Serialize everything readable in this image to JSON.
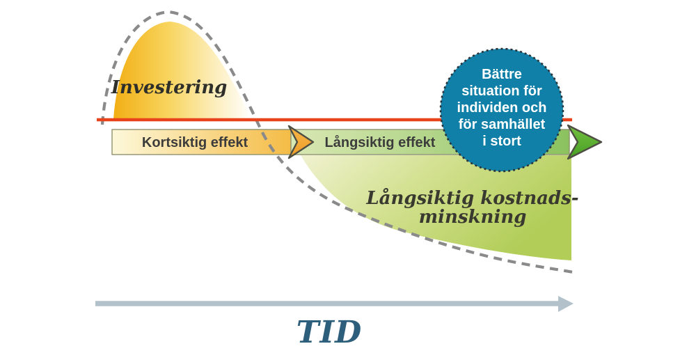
{
  "diagram": {
    "title_hint": "Investment over time diagram",
    "investment_label": "Investering",
    "short_term_band_label": "Kortsiktig effekt",
    "long_term_band_label": "Långsiktig effekt",
    "cost_reduction_label_line1": "Långsiktig kostnads-",
    "cost_reduction_label_line2": "minskning",
    "benefit_circle_lines": {
      "line1": "Bättre",
      "line2": "situation för",
      "line3": "individen och",
      "line4": "för samhället",
      "line5": "i stort"
    },
    "time_axis_label": "TID"
  },
  "colors": {
    "investment_gold": "#f2ae14",
    "short_term_band_start": "#fdf8da",
    "short_term_band_end": "#f4ba42",
    "arrowhead_orange": "#f2a836",
    "long_term_band_start": "#d9e8b4",
    "long_term_band_end": "#8bc25e",
    "arrowhead_green": "#55ab2d",
    "cost_area_pale": "#f0f2d0",
    "cost_area_green": "#b2cd58",
    "benefit_circle_teal": "#1080a8",
    "circle_border_dark": "#28343c",
    "threshold_line_red": "#e8431c",
    "dashed_curve_gray": "#8a8a8a",
    "time_arrow_gray": "#b2c1ca",
    "time_label_teal": "#2d5f7c",
    "band_border_olive": "#90916f",
    "chevron_outline": "#4e4e42",
    "dark_text": "#3c3c3c"
  }
}
